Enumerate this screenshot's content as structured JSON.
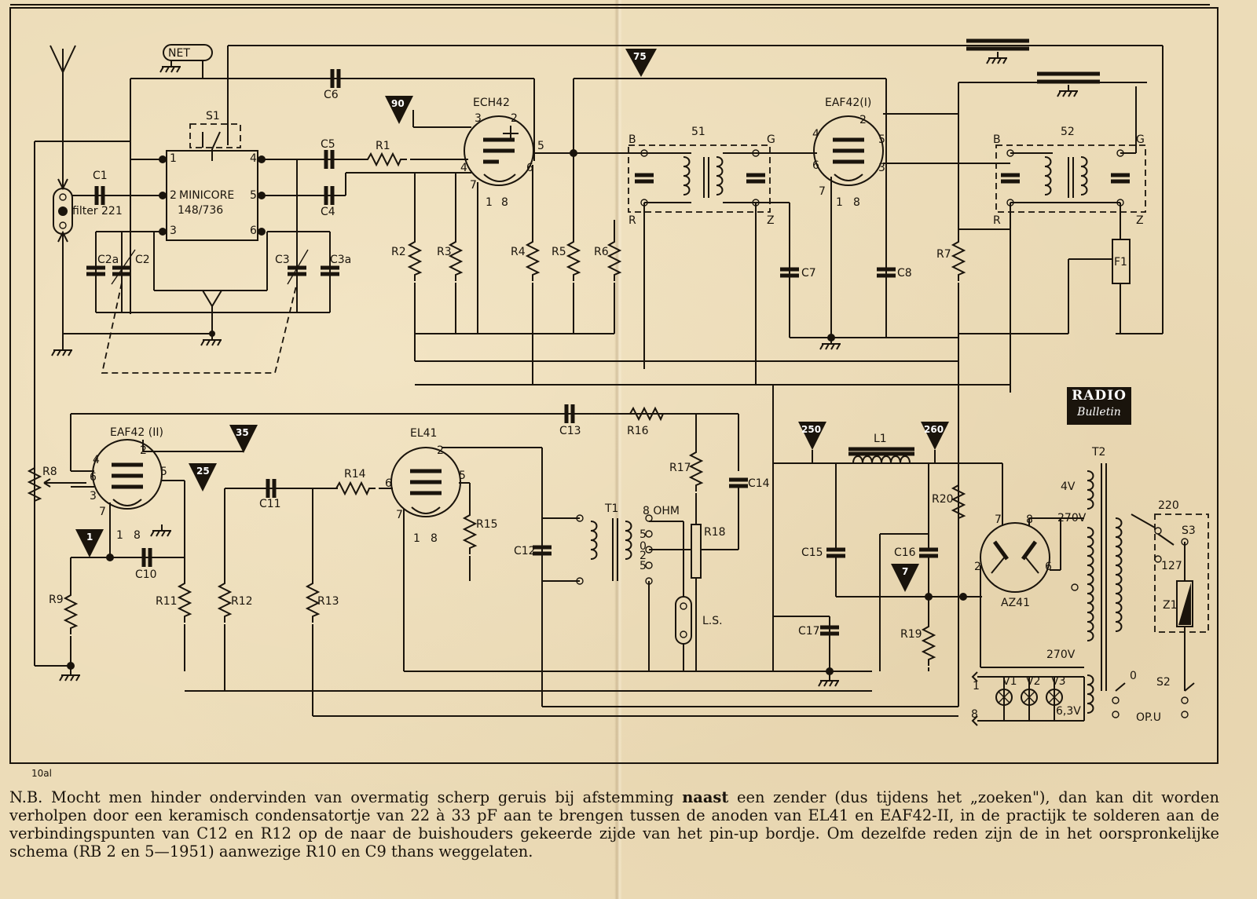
{
  "title_block": {
    "publisher_logo": {
      "line1": "RADIO",
      "line2": "Bulletin"
    },
    "figure_code": "10al"
  },
  "components": {
    "tubes": [
      "ECH42",
      "EAF42(I)",
      "EAF42 (II)",
      "EL41",
      "AZ41"
    ],
    "coil_units": [
      "MINICORE",
      "148/736",
      "filter 221",
      "51",
      "52"
    ],
    "resistors": [
      "R1",
      "R2",
      "R3",
      "R4",
      "R5",
      "R6",
      "R7",
      "R8",
      "R9",
      "R11",
      "R12",
      "R13",
      "R14",
      "R15",
      "R16",
      "R17",
      "R18",
      "R19",
      "R20"
    ],
    "capacitors": [
      "C1",
      "C2",
      "C2a",
      "C3",
      "C3a",
      "C4",
      "C5",
      "C6",
      "C7",
      "C8",
      "C10",
      "C11",
      "C12",
      "C13",
      "C14",
      "C15",
      "C16",
      "C17"
    ],
    "transformers": [
      "T1",
      "T2"
    ],
    "other": [
      "L1",
      "L.S.",
      "8 OHM",
      "F1",
      "S1",
      "S2",
      "S3",
      "Z1",
      "V1",
      "V2",
      "V3",
      "OP.U",
      "NET"
    ]
  },
  "voltages": [
    "75",
    "90",
    "35",
    "25",
    "1",
    "250",
    "260",
    "7"
  ],
  "transformer_taps": [
    "4V",
    "270V",
    "270V",
    "6,3V",
    "220",
    "127",
    "0"
  ],
  "pin_labels": [
    "B",
    "G",
    "R",
    "Z",
    "1",
    "2",
    "3",
    "4",
    "5",
    "6",
    "7",
    "8"
  ],
  "note": {
    "prefix": "N.B.",
    "text_before_bold": " Mocht men hinder ondervinden van overmatig scherp geruis bij afstemming ",
    "bold": "naast",
    "text_after_bold": " een zender (dus tijdens het „zoeken\"), dan kan dit worden verholpen door een keramisch condensatortje van 22 à 33 pF aan te brengen tussen de anoden van EL41 en EAF42-II, in de practijk te solderen aan de verbindingspunten van C12 en R12 op de naar de buishouders gekeerde zijde van het pin-up bordje. Om dezelfde reden zijn de in het oorspronkelijke schema (RB 2 en 5—1951) aanwezige R10 en C9 thans weggelaten."
  }
}
